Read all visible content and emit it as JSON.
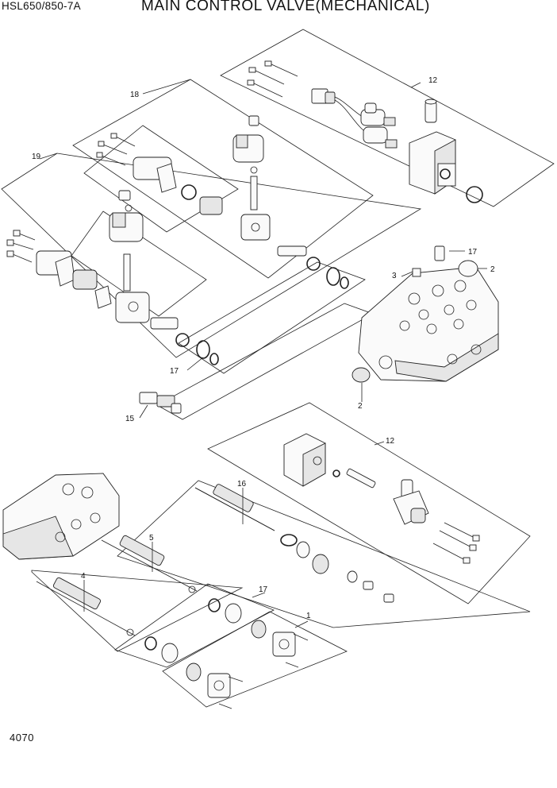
{
  "header": {
    "model": "HSL650/850-7A",
    "title": "MAIN CONTROL VALVE(MECHANICAL)"
  },
  "page_number": "4070",
  "callouts": [
    {
      "id": "c12a",
      "label": "12"
    },
    {
      "id": "c18",
      "label": "18"
    },
    {
      "id": "c19",
      "label": "19"
    },
    {
      "id": "c17a",
      "label": "17"
    },
    {
      "id": "c3",
      "label": "3"
    },
    {
      "id": "c2a",
      "label": "2"
    },
    {
      "id": "c17b",
      "label": "17"
    },
    {
      "id": "c2b",
      "label": "2"
    },
    {
      "id": "c15",
      "label": "15"
    },
    {
      "id": "c12b",
      "label": "12"
    },
    {
      "id": "c16",
      "label": "16"
    },
    {
      "id": "c5",
      "label": "5"
    },
    {
      "id": "c4",
      "label": "4"
    },
    {
      "id": "c17c",
      "label": "17"
    },
    {
      "id": "c1",
      "label": "1"
    }
  ]
}
